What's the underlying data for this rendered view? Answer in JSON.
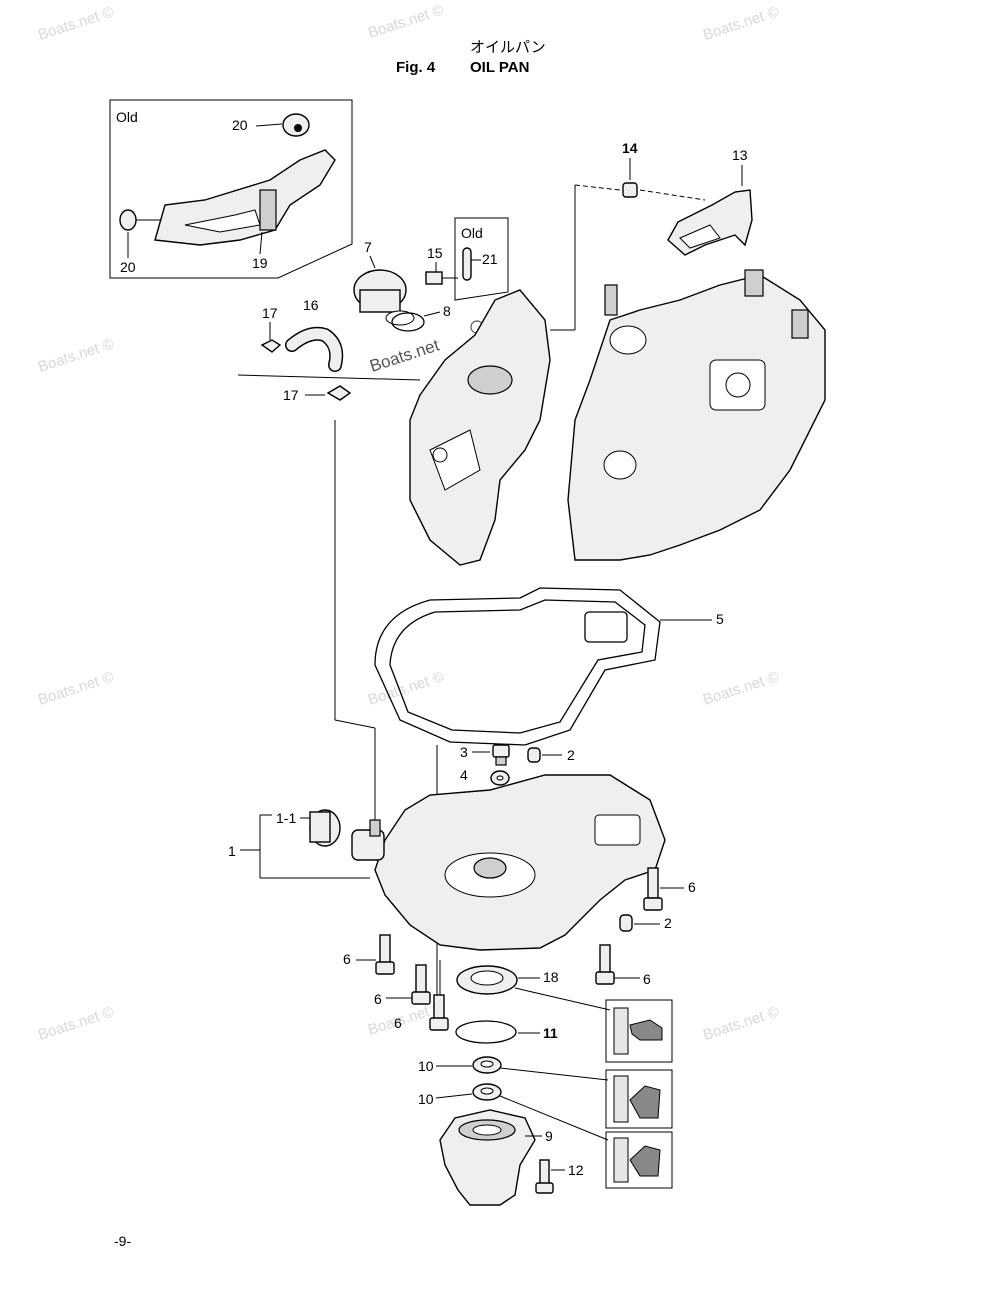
{
  "header": {
    "japanese_title": "オイルパン",
    "fig_label": "Fig. 4",
    "title": "OIL PAN"
  },
  "watermark": {
    "text": "Boats.net ©",
    "center_text": "Boats.net"
  },
  "boxes": {
    "old_main_label": "Old",
    "old_small_label": "Old"
  },
  "callouts": {
    "c20a": "20",
    "c20b": "20",
    "c19": "19",
    "c14": "14",
    "c13": "13",
    "c7": "7",
    "c15": "15",
    "c21": "21",
    "c8": "8",
    "c16": "16",
    "c17a": "17",
    "c17b": "17",
    "c5": "5",
    "c3": "3",
    "c2a": "2",
    "c4": "4",
    "c1": "1",
    "c1_1": "1-1",
    "c6a": "6",
    "c2b": "2",
    "c6b": "6",
    "c6c": "6",
    "c18": "18",
    "c6d": "6",
    "c6e": "6",
    "c11": "11",
    "c10a": "10",
    "c10b": "10",
    "c9": "9",
    "c12": "12"
  },
  "footer": {
    "page": "-9-"
  }
}
